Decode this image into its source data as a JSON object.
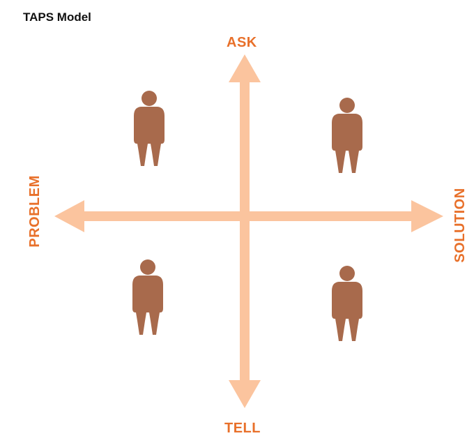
{
  "title": "TAPS Model",
  "axes": {
    "top": "ASK",
    "bottom": "TELL",
    "left": "PROBLEM",
    "right": "SOLUTION"
  },
  "colors": {
    "arrow": "#fbc49e",
    "label": "#e8702a",
    "figure": "#a86a4c",
    "title": "#111111"
  },
  "figures": [
    {
      "quadrant": "top-left",
      "icon": "person-icon"
    },
    {
      "quadrant": "top-right",
      "icon": "person-icon"
    },
    {
      "quadrant": "bottom-left",
      "icon": "person-icon"
    },
    {
      "quadrant": "bottom-right",
      "icon": "person-icon"
    }
  ]
}
